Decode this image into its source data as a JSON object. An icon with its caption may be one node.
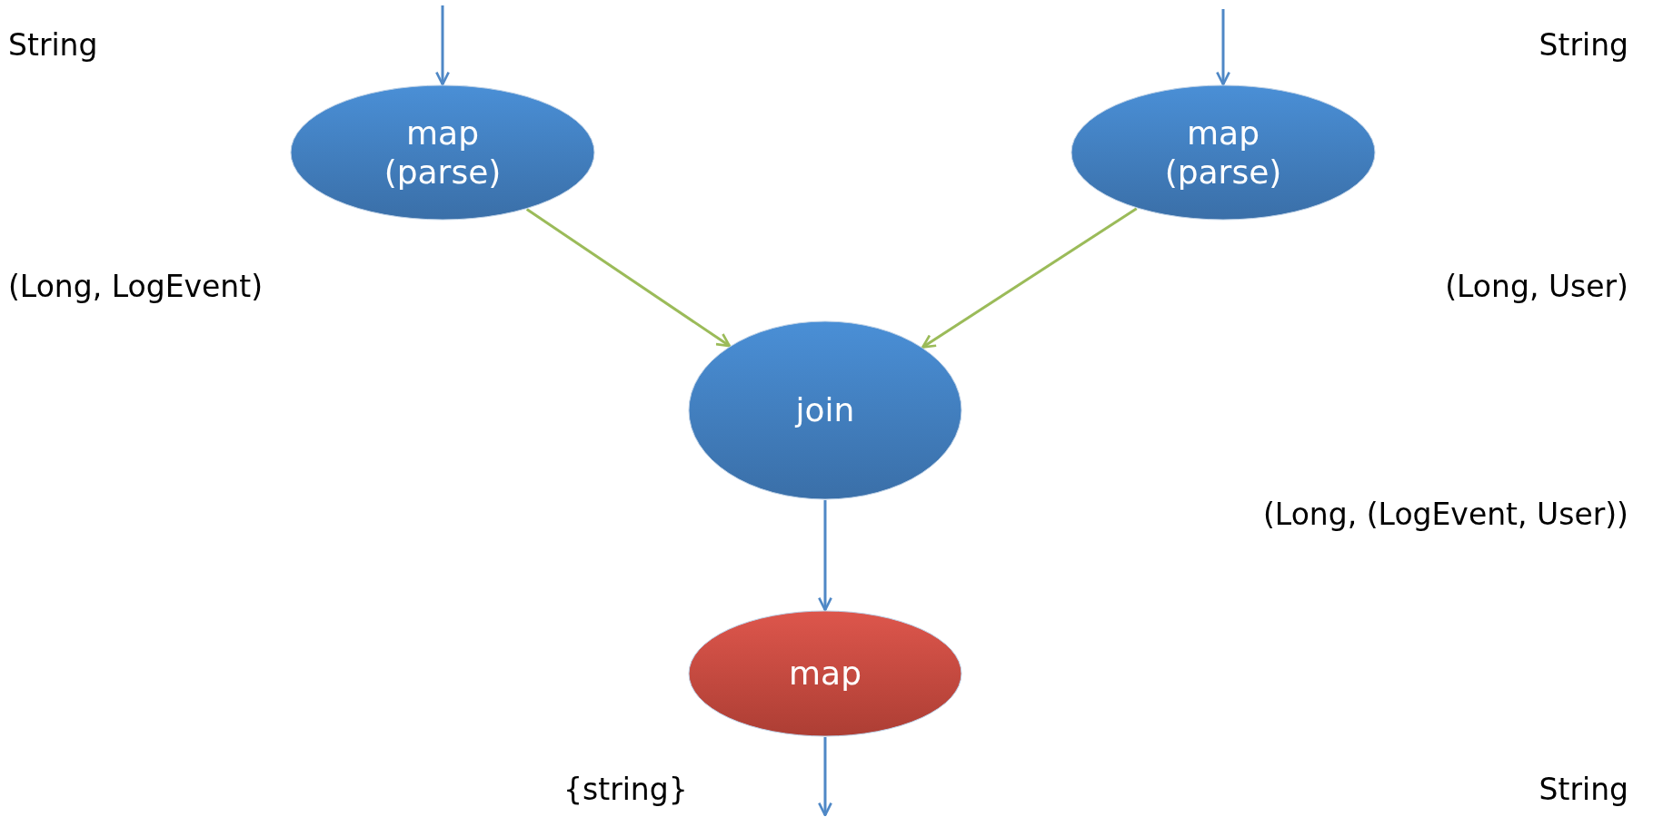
{
  "diagram": {
    "nodes": [
      {
        "text": [
          "map (parse)"
        ]
      },
      {
        "text": [
          "map (parse)"
        ]
      },
      {
        "text": [
          "join"
        ]
      },
      {
        "text": [
          "map"
        ]
      }
    ],
    "edges": [
      {
        "from": null,
        "to": 0,
        "arrow": "to"
      },
      {
        "from": null,
        "to": 1,
        "arrow": "to"
      },
      {
        "from": 0,
        "to": 2,
        "arrow": "to",
        "color": "#9bbb59"
      },
      {
        "from": 1,
        "to": 2,
        "arrow": "to",
        "color": "#9bbb59"
      },
      {
        "from": 2,
        "to": 3,
        "arrow": "to"
      },
      {
        "from": 3,
        "to": null,
        "arrow": "to"
      }
    ],
    "labels": [
      "String",
      "String",
      "(Long, LogEvent)",
      "(Long, User)",
      "(Long, (LogEvent, User))",
      "{string}",
      "String"
    ]
  }
}
